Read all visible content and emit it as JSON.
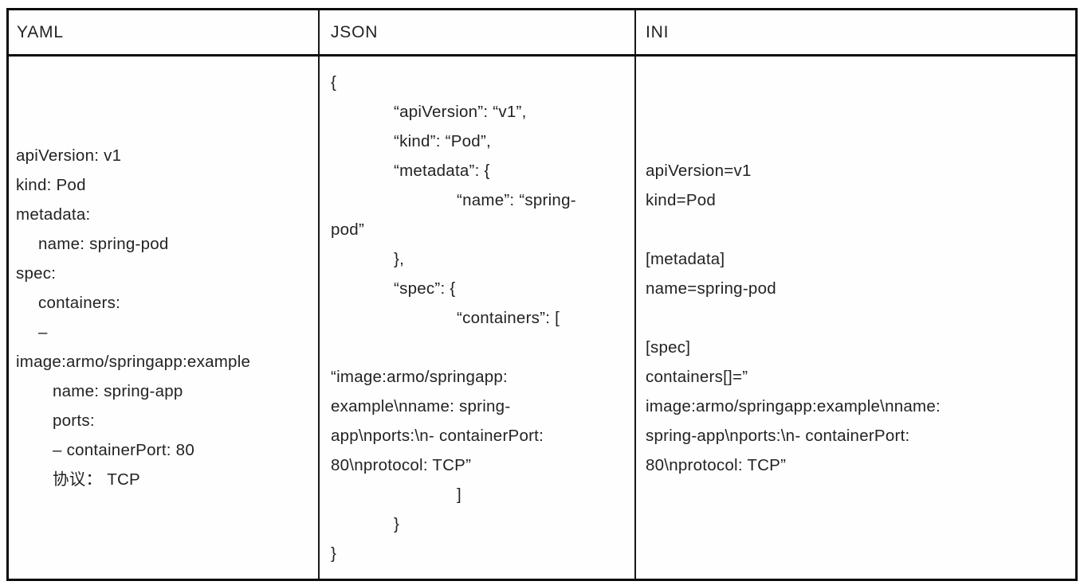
{
  "table": {
    "columns": [
      {
        "id": "yaml",
        "header": "YAML",
        "lines": [
          {
            "t": "apiVersion: v1",
            "i": 0
          },
          {
            "t": "kind: Pod",
            "i": 0
          },
          {
            "t": "metadata:",
            "i": 0
          },
          {
            "t": "name: spring-pod",
            "i": 1
          },
          {
            "t": "spec:",
            "i": 0
          },
          {
            "t": "containers:",
            "i": 1
          },
          {
            "t": "–",
            "i": 1
          },
          {
            "t": "image:armo/springapp:example",
            "i": 0
          },
          {
            "t": "name: spring-app",
            "i": 2
          },
          {
            "t": "ports:",
            "i": 2
          },
          {
            "t": "– containerPort: 80",
            "i": 2
          },
          {
            "t": "协议： TCP",
            "i": 2
          }
        ]
      },
      {
        "id": "json",
        "header": "JSON",
        "lines": [
          {
            "t": "{",
            "i": 0
          },
          {
            "t": "“apiVersion”: “v1”,",
            "i": 1
          },
          {
            "t": "“kind”: “Pod”,",
            "i": 1
          },
          {
            "t": "“metadata”: {",
            "i": 1
          },
          {
            "t": "“name”: “spring-",
            "i": 2
          },
          {
            "t": "pod”",
            "i": 0
          },
          {
            "t": "},",
            "i": 1
          },
          {
            "t": "“spec”: {",
            "i": 1
          },
          {
            "t": "“containers”: [",
            "i": 2
          },
          {
            "t": "",
            "i": 0
          },
          {
            "t": "“image:armo/springapp:",
            "i": 0
          },
          {
            "t": "example\\nname: spring-",
            "i": 0
          },
          {
            "t": "app\\nports:\\n- containerPort:",
            "i": 0
          },
          {
            "t": "80\\nprotocol: TCP”",
            "i": 0
          },
          {
            "t": "]",
            "i": 2
          },
          {
            "t": "}",
            "i": 1
          },
          {
            "t": "}",
            "i": 0
          }
        ]
      },
      {
        "id": "ini",
        "header": "INI",
        "lines": [
          {
            "t": "apiVersion=v1",
            "i": 0
          },
          {
            "t": "kind=Pod",
            "i": 0
          },
          {
            "t": "",
            "i": 0
          },
          {
            "t": "[metadata]",
            "i": 0
          },
          {
            "t": "name=spring-pod",
            "i": 0
          },
          {
            "t": "",
            "i": 0
          },
          {
            "t": "[spec]",
            "i": 0
          },
          {
            "t": "containers[]=”",
            "i": 0
          },
          {
            "t": "image:armo/springapp:example\\nname:",
            "i": 0
          },
          {
            "t": "spring-app\\nports:\\n- containerPort:",
            "i": 0
          },
          {
            "t": "80\\nprotocol: TCP”",
            "i": 0
          }
        ]
      }
    ]
  },
  "colors": {
    "border": "#0b0b0b",
    "text": "#232323",
    "background": "#ffffff"
  }
}
